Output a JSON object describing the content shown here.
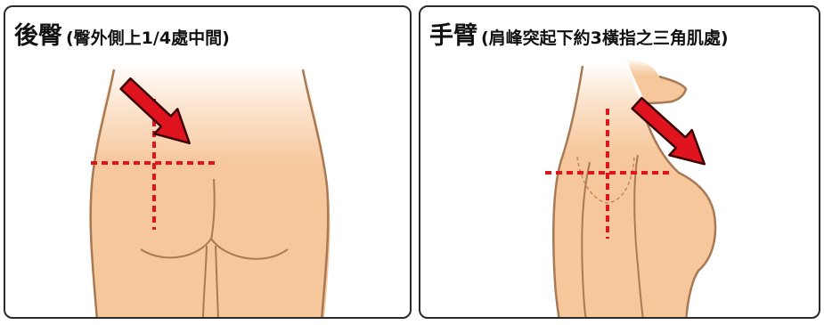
{
  "panels": [
    {
      "title": "後臀",
      "subtitle": "(臀外側上1/4處中間)",
      "illustration": "buttocks-back-view",
      "marker": "red-dashed-crosshair",
      "pointer": "red-arrow"
    },
    {
      "title": "手臂",
      "subtitle": "(肩峰突起下約3橫指之三角肌處)",
      "illustration": "shoulder-side-view",
      "marker": "red-dashed-crosshair",
      "pointer": "red-arrow"
    }
  ],
  "colors": {
    "skin": "#f6c79b",
    "skin_light": "#fbe3cc",
    "outline": "#a77a55",
    "marker": "#e0141e",
    "border": "#2b2b2b"
  }
}
